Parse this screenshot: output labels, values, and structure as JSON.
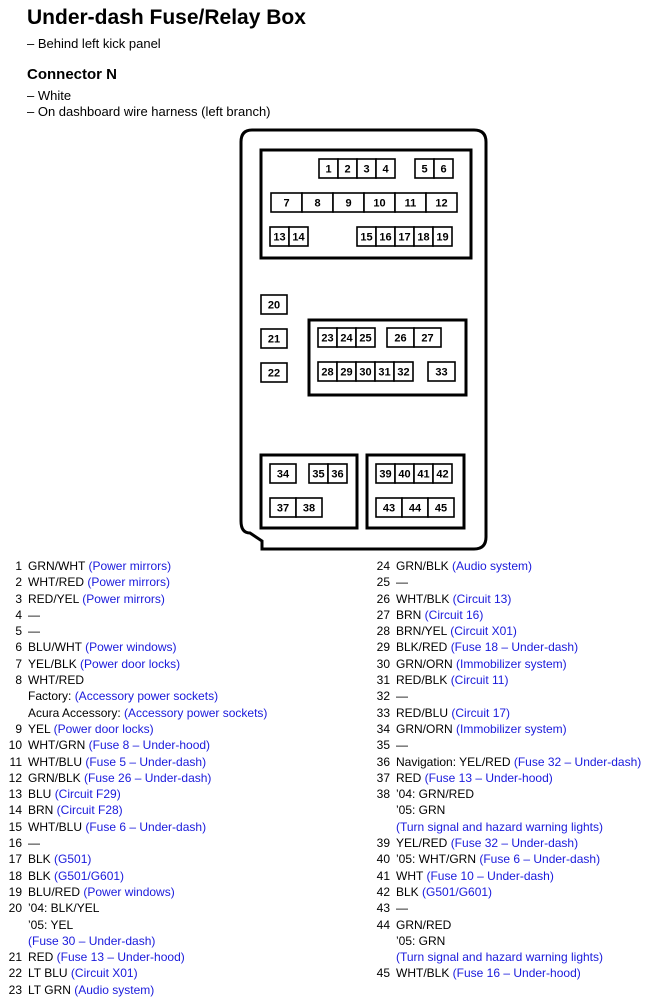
{
  "title": "Under-dash Fuse/Relay Box",
  "location": "– Behind left kick panel",
  "connector": {
    "name": "Connector N",
    "color": "– White",
    "location": "– On dashboard wire harness (left branch)"
  },
  "diagram": {
    "top_fuses": [
      "1",
      "2",
      "3",
      "4",
      "5",
      "6",
      "7",
      "8",
      "9",
      "10",
      "11",
      "12",
      "13",
      "14",
      "15",
      "16",
      "17",
      "18",
      "19"
    ],
    "side_fuses": [
      "20",
      "21",
      "22"
    ],
    "middle_fuses": [
      "23",
      "24",
      "25",
      "26",
      "27",
      "28",
      "29",
      "30",
      "31",
      "32",
      "33"
    ],
    "bottom_left_fuses": [
      "34",
      "35",
      "36",
      "37",
      "38"
    ],
    "bottom_right_fuses": [
      "39",
      "40",
      "41",
      "42",
      "43",
      "44",
      "45"
    ]
  },
  "legend_colors": {
    "text": "#000000",
    "link": "#1a1adc"
  },
  "pins_left": [
    {
      "num": "1",
      "lines": [
        {
          "text": "GRN/WHT ",
          "link": "(Power mirrors)"
        }
      ]
    },
    {
      "num": "2",
      "lines": [
        {
          "text": "WHT/RED ",
          "link": "(Power mirrors)"
        }
      ]
    },
    {
      "num": "3",
      "lines": [
        {
          "text": "RED/YEL ",
          "link": "(Power mirrors)"
        }
      ]
    },
    {
      "num": "4",
      "lines": [
        {
          "text": "—",
          "link": ""
        }
      ]
    },
    {
      "num": "5",
      "lines": [
        {
          "text": "—",
          "link": ""
        }
      ]
    },
    {
      "num": "6",
      "lines": [
        {
          "text": "BLU/WHT ",
          "link": "(Power windows)"
        }
      ]
    },
    {
      "num": "7",
      "lines": [
        {
          "text": "YEL/BLK ",
          "link": "(Power door locks)"
        }
      ]
    },
    {
      "num": "8",
      "lines": [
        {
          "text": "WHT/RED",
          "link": ""
        },
        {
          "text": "Factory: ",
          "link": "(Accessory power sockets)"
        },
        {
          "text": "Acura Accessory: ",
          "link": "(Accessory power sockets)"
        }
      ]
    },
    {
      "num": "9",
      "lines": [
        {
          "text": "YEL ",
          "link": "(Power door locks)"
        }
      ]
    },
    {
      "num": "10",
      "lines": [
        {
          "text": "WHT/GRN ",
          "link": "(Fuse 8 – Under-hood)"
        }
      ]
    },
    {
      "num": "11",
      "lines": [
        {
          "text": "WHT/BLU ",
          "link": "(Fuse 5 – Under-dash)"
        }
      ]
    },
    {
      "num": "12",
      "lines": [
        {
          "text": "GRN/BLK ",
          "link": "(Fuse 26 – Under-dash)"
        }
      ]
    },
    {
      "num": "13",
      "lines": [
        {
          "text": "BLU ",
          "link": "(Circuit F29)"
        }
      ]
    },
    {
      "num": "14",
      "lines": [
        {
          "text": "BRN ",
          "link": "(Circuit F28)"
        }
      ]
    },
    {
      "num": "15",
      "lines": [
        {
          "text": "WHT/BLU ",
          "link": "(Fuse 6 – Under-dash)"
        }
      ]
    },
    {
      "num": "16",
      "lines": [
        {
          "text": "—",
          "link": ""
        }
      ]
    },
    {
      "num": "17",
      "lines": [
        {
          "text": "BLK ",
          "link": "(G501)"
        }
      ]
    },
    {
      "num": "18",
      "lines": [
        {
          "text": "BLK ",
          "link": "(G501/G601)"
        }
      ]
    },
    {
      "num": "19",
      "lines": [
        {
          "text": "BLU/RED ",
          "link": "(Power windows)"
        }
      ]
    },
    {
      "num": "20",
      "lines": [
        {
          "text": "’04: BLK/YEL",
          "link": ""
        },
        {
          "text": "’05: YEL",
          "link": ""
        },
        {
          "text": "",
          "link": "(Fuse 30 – Under-dash)"
        }
      ]
    },
    {
      "num": "21",
      "lines": [
        {
          "text": "RED ",
          "link": "(Fuse 13 – Under-hood)"
        }
      ]
    },
    {
      "num": "22",
      "lines": [
        {
          "text": "LT BLU ",
          "link": "(Circuit X01)"
        }
      ]
    },
    {
      "num": "23",
      "lines": [
        {
          "text": "LT GRN ",
          "link": "(Audio system)"
        }
      ]
    }
  ],
  "pins_right": [
    {
      "num": "24",
      "lines": [
        {
          "text": "GRN/BLK ",
          "link": "(Audio system)"
        }
      ]
    },
    {
      "num": "25",
      "lines": [
        {
          "text": "—",
          "link": ""
        }
      ]
    },
    {
      "num": "26",
      "lines": [
        {
          "text": "WHT/BLK ",
          "link": "(Circuit 13)"
        }
      ]
    },
    {
      "num": "27",
      "lines": [
        {
          "text": "BRN ",
          "link": "(Circuit 16)"
        }
      ]
    },
    {
      "num": "28",
      "lines": [
        {
          "text": "BRN/YEL ",
          "link": "(Circuit X01)"
        }
      ]
    },
    {
      "num": "29",
      "lines": [
        {
          "text": "BLK/RED ",
          "link": "(Fuse 18 – Under-dash)"
        }
      ]
    },
    {
      "num": "30",
      "lines": [
        {
          "text": "GRN/ORN ",
          "link": "(Immobilizer system)"
        }
      ]
    },
    {
      "num": "31",
      "lines": [
        {
          "text": "RED/BLK ",
          "link": "(Circuit 11)"
        }
      ]
    },
    {
      "num": "32",
      "lines": [
        {
          "text": "—",
          "link": ""
        }
      ]
    },
    {
      "num": "33",
      "lines": [
        {
          "text": "RED/BLU ",
          "link": "(Circuit 17)"
        }
      ]
    },
    {
      "num": "34",
      "lines": [
        {
          "text": "GRN/ORN ",
          "link": "(Immobilizer system)"
        }
      ]
    },
    {
      "num": "35",
      "lines": [
        {
          "text": "—",
          "link": ""
        }
      ]
    },
    {
      "num": "36",
      "lines": [
        {
          "text": "Navigation: YEL/RED ",
          "link": "(Fuse 32 – Under-dash)"
        }
      ]
    },
    {
      "num": "37",
      "lines": [
        {
          "text": "RED ",
          "link": "(Fuse 13 – Under-hood)"
        }
      ]
    },
    {
      "num": "38",
      "lines": [
        {
          "text": "’04: GRN/RED",
          "link": ""
        },
        {
          "text": "’05: GRN",
          "link": ""
        },
        {
          "text": "",
          "link": "(Turn signal and hazard warning lights)"
        }
      ]
    },
    {
      "num": "39",
      "lines": [
        {
          "text": "YEL/RED ",
          "link": "(Fuse 32 – Under-dash)"
        }
      ]
    },
    {
      "num": "40",
      "lines": [
        {
          "text": "’05: WHT/GRN ",
          "link": "(Fuse 6 – Under-dash)"
        }
      ]
    },
    {
      "num": "41",
      "lines": [
        {
          "text": "WHT ",
          "link": "(Fuse 10 – Under-dash)"
        }
      ]
    },
    {
      "num": "42",
      "lines": [
        {
          "text": "BLK ",
          "link": "(G501/G601)"
        }
      ]
    },
    {
      "num": "43",
      "lines": [
        {
          "text": "—",
          "link": ""
        }
      ]
    },
    {
      "num": "44",
      "lines": [
        {
          "text": "GRN/RED",
          "link": ""
        },
        {
          "text": "’05: GRN",
          "link": ""
        },
        {
          "text": "",
          "link": "(Turn signal and hazard warning lights)"
        }
      ]
    },
    {
      "num": "45",
      "lines": [
        {
          "text": "WHT/BLK ",
          "link": "(Fuse 16 – Under-hood)"
        }
      ]
    }
  ]
}
